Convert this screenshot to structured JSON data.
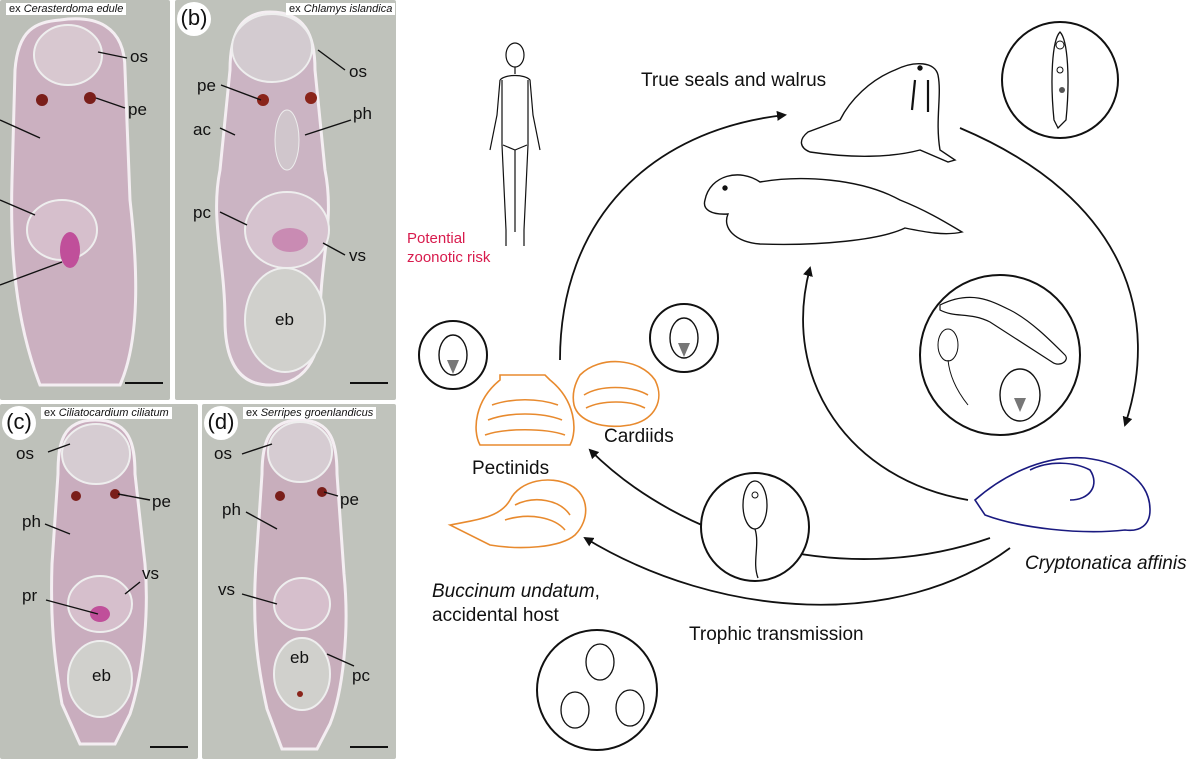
{
  "panels": [
    {
      "tag": "",
      "host_prefix": "ex ",
      "host_species": "Cerasterdoma edule",
      "labels": [
        "os",
        "pe"
      ]
    },
    {
      "tag": "(b)",
      "host_prefix": "ex ",
      "host_species": "Chlamys islandica",
      "labels": [
        "pe",
        "os",
        "ac",
        "ph",
        "pc",
        "vs",
        "eb"
      ]
    },
    {
      "tag": "(c)",
      "host_prefix": "ex ",
      "host_species": "Ciliatocardium ciliatum",
      "labels": [
        "os",
        "pe",
        "ph",
        "vs",
        "pr",
        "eb"
      ]
    },
    {
      "tag": "(d)",
      "host_prefix": "ex ",
      "host_species": "Serripes groenlandicus",
      "labels": [
        "os",
        "pe",
        "ph",
        "vs",
        "eb",
        "pc"
      ]
    }
  ],
  "cycle": {
    "seals_walrus": "True seals and walrus",
    "zoonotic_line1": "Potential",
    "zoonotic_line2": "zoonotic risk",
    "pectinids": "Pectinids",
    "cardiids": "Cardiids",
    "buccinum_species": "Buccinum undatum",
    "buccinum_suffix": ",",
    "buccinum_line2": "accidental host",
    "cryptonatica": "Cryptonatica affinis",
    "trophic": "Trophic transmission"
  },
  "colors": {
    "bivalve_orange": "#e88a2e",
    "snail_blue": "#1a1a80",
    "risk_red": "#d81b4d",
    "panel_gray": "#bfc2bb",
    "worm_pink": "#c9a7b8"
  }
}
